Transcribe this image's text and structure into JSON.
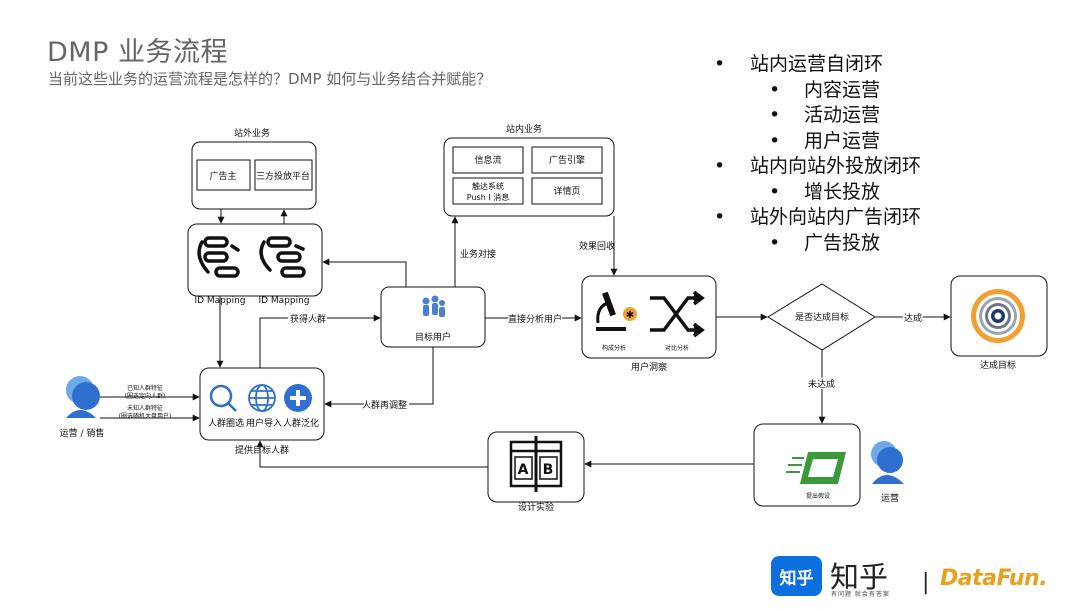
{
  "slide": {
    "title": "DMP 业务流程",
    "subtitle": "当前这些业务的运营流程是怎样的？DMP 如何与业务结合并赋能？"
  },
  "bullets": [
    {
      "level": 1,
      "text": "站内运营自闭环"
    },
    {
      "level": 2,
      "text": "内容运营"
    },
    {
      "level": 2,
      "text": "活动运营"
    },
    {
      "level": 2,
      "text": "用户运营"
    },
    {
      "level": 1,
      "text": "站内向站外投放闭环"
    },
    {
      "level": 2,
      "text": "增长投放"
    },
    {
      "level": 1,
      "text": "站外向站内广告闭环"
    },
    {
      "level": 2,
      "text": "广告投放"
    }
  ],
  "diagram": {
    "external_group": {
      "title": "站外业务",
      "items": [
        "广告主",
        "三方投放平台"
      ]
    },
    "internal_group": {
      "title": "站内业务",
      "items": [
        "信息流",
        "广告引擎",
        "触达系统",
        "Push I 消息",
        "详情页"
      ]
    },
    "id_mapping": {
      "labels": [
        "ID Mapping",
        "ID Mapping"
      ]
    },
    "target_users": {
      "label": "目标用户"
    },
    "user_insight": {
      "label": "用户洞察",
      "sub_labels": [
        "构成分析",
        "对比分析"
      ]
    },
    "decision": {
      "label": "是否达成目标"
    },
    "goal": {
      "label": "达成目标"
    },
    "operator_sales": {
      "label": "运营 / 销售"
    },
    "known_features": {
      "line1": "已知人群特征",
      "line2": "(圈选定向人群)"
    },
    "unknown_features": {
      "line1": "未知人群特征",
      "line2": "(圈选随机大盘用户)"
    },
    "crowd_tools": {
      "labels": [
        "人群圈选",
        "用户导入",
        "人群泛化"
      ],
      "caption": "提供目标人群"
    },
    "hypothesis": {
      "label": "提出假设",
      "operator": "运营"
    },
    "experiment": {
      "label": "设计实验",
      "ab": [
        "A",
        "B"
      ]
    },
    "edges": {
      "get_crowd": "获得人群",
      "business_connect": "业务对接",
      "effect_recall": "效果回收",
      "direct_analysis": "直接分析用户",
      "reached": "达成",
      "not_reached": "未达成",
      "crowd_adjust": "人群再调整"
    }
  },
  "footer": {
    "brand_icon": "知乎",
    "brand_name": "知乎",
    "slogan": "有问题 就会有答案",
    "separator": "|",
    "partner": "DataFun."
  },
  "colors": {
    "accent_blue": "#1a6fd0",
    "goal_orange": "#f0a030",
    "green": "#3a9a3a",
    "text_gray": "#666666"
  }
}
